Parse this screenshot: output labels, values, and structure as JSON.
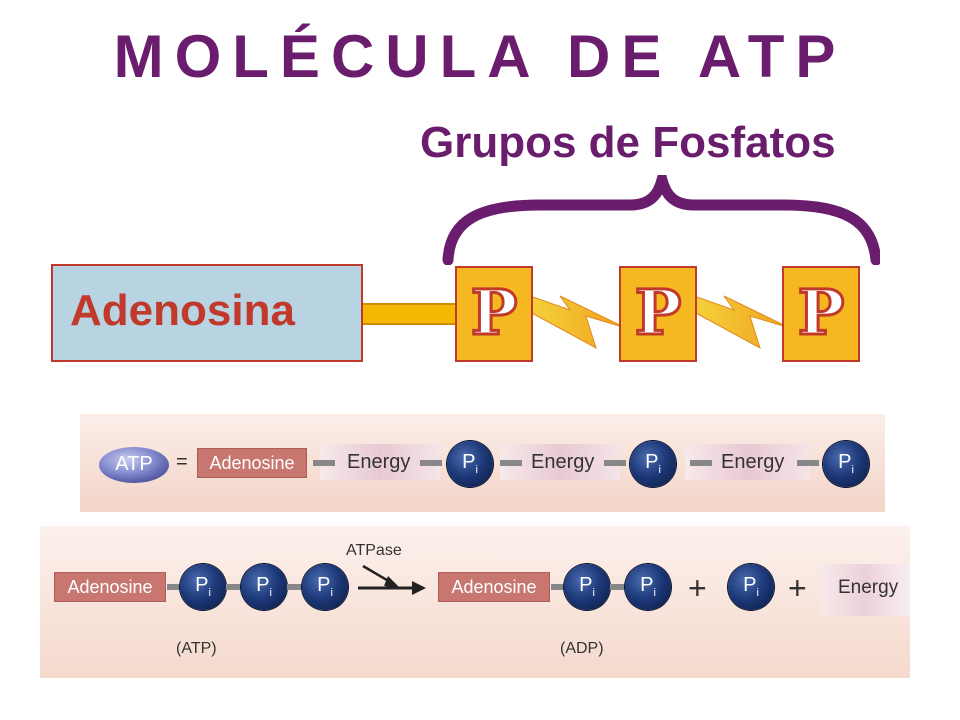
{
  "title": "MOLÉCULA DE ATP",
  "subtitle": "Grupos de Fosfatos",
  "top_diagram": {
    "adenosine_label": "Adenosina",
    "phosphate_letter": "P"
  },
  "equation": {
    "atp_label": "ATP",
    "equals": "=",
    "adenosine": "Adenosine",
    "energy": "Energy",
    "pi_main": "P",
    "pi_sub": "i"
  },
  "reaction": {
    "adenosine": "Adenosine",
    "enzyme": "ATPase",
    "plus": "+",
    "energy": "Energy",
    "atp_caption": "(ATP)",
    "adp_caption": "(ADP)"
  },
  "colors": {
    "title": "#6b1d6d",
    "adenosine_box": "#b8d4e3",
    "adenosine_text": "#c0392b",
    "phosphate_fill": "#f5b820",
    "ball": "#1e3a7a"
  }
}
